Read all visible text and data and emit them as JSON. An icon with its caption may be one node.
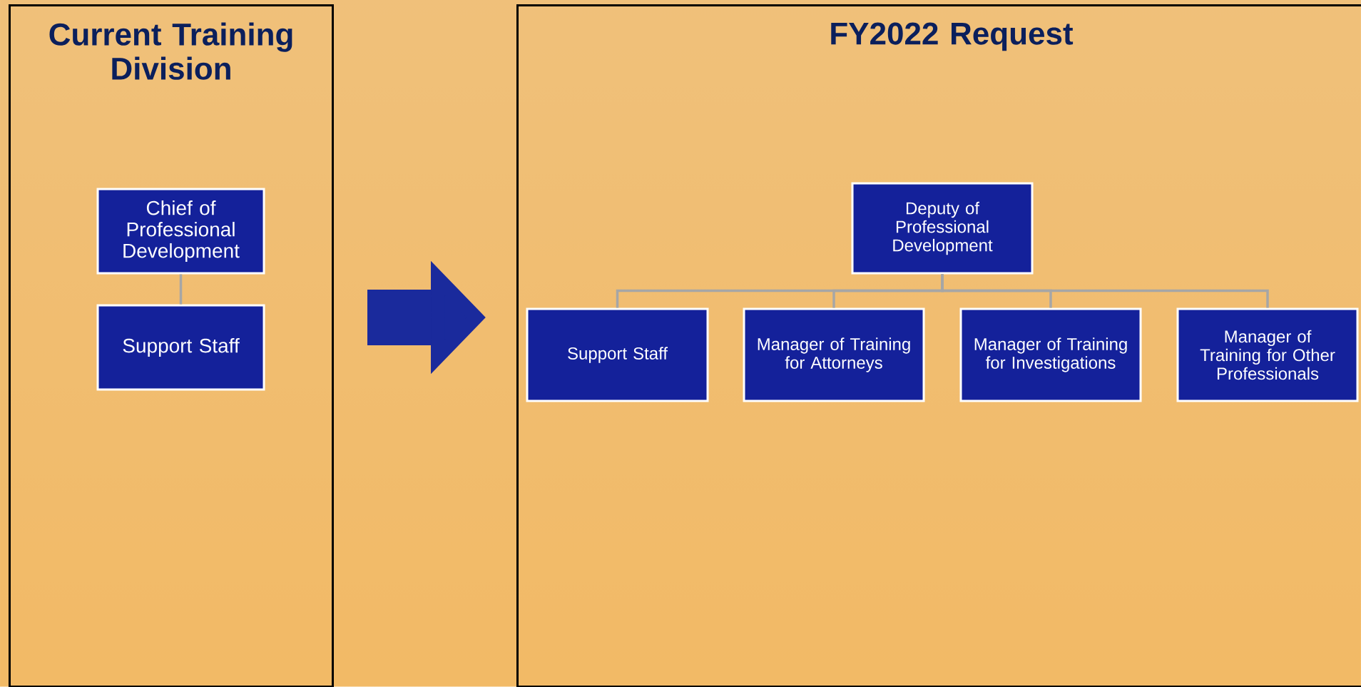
{
  "diagram": {
    "nodes": [
      {
        "text": [
          "Current Training Division"
        ]
      },
      {
        "text": [
          "Chief of Professional Development"
        ],
        "in": 0
      },
      {
        "text": [
          "Support Staff"
        ],
        "in": 0
      },
      {
        "text": [
          "FY2022 Request"
        ]
      },
      {
        "text": [
          "Deputy of Professional Development"
        ],
        "in": 3
      },
      {
        "text": [
          "Support Staff"
        ],
        "in": 3
      },
      {
        "text": [
          "Manager of Training for Attorneys"
        ],
        "in": 3
      },
      {
        "text": [
          "Manager of Training for Investigations"
        ],
        "in": 3
      },
      {
        "text": [
          "Manager of Training for Other Professionals"
        ],
        "in": 3
      }
    ],
    "edges": [
      {
        "from": 1,
        "to": 2,
        "arrow": "none"
      },
      {
        "from": 0,
        "to": 3,
        "arrow": "to",
        "style": "thick",
        "color": "#1a2a9c"
      },
      {
        "from": 4,
        "to": 5,
        "arrow": "none"
      },
      {
        "from": 4,
        "to": 6,
        "arrow": "none"
      },
      {
        "from": 4,
        "to": 7,
        "arrow": "none"
      },
      {
        "from": 4,
        "to": 8,
        "arrow": "none"
      }
    ]
  }
}
